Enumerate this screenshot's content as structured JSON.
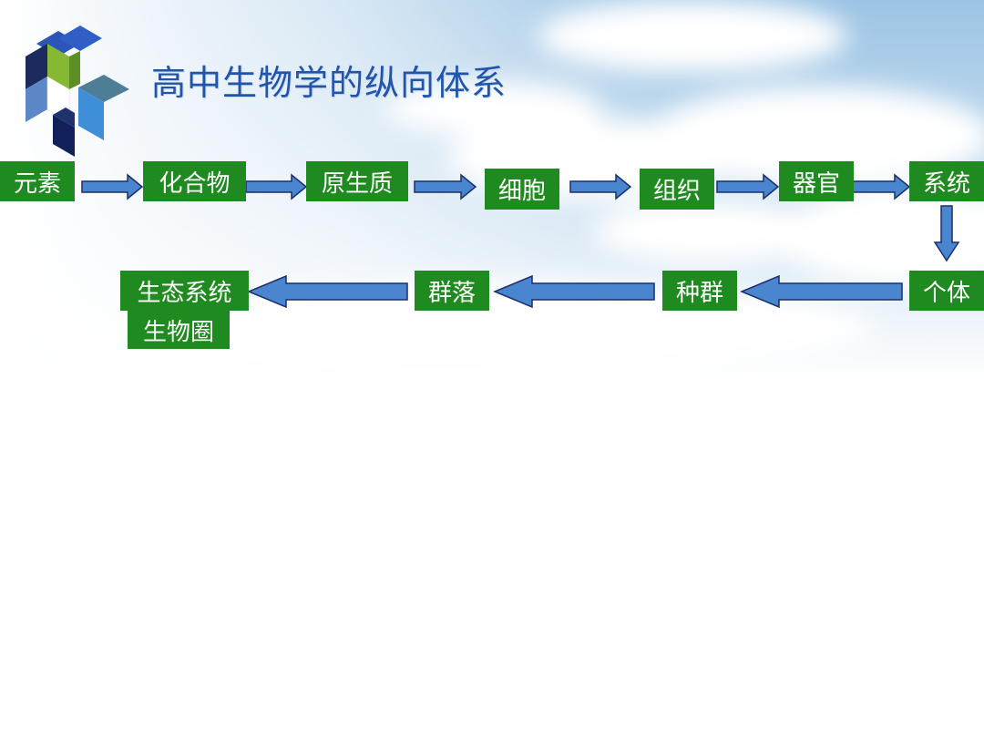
{
  "title": "高中生物学的纵向体系",
  "colors": {
    "box_fill": "#1f8a1f",
    "arrow_fill": "#4a86cf",
    "arrow_stroke": "#1b2f6b",
    "title_color": "#2255aa"
  },
  "nodes": {
    "yuansu": "元素",
    "huahewu": "化合物",
    "yuanshengzhi": "原生质",
    "xibao": "细胞",
    "zuzhi": "组织",
    "qiguan": "器官",
    "xitong": "系统",
    "geti": "个体",
    "zhongqun": "种群",
    "qunluo": "群落",
    "shengtaixitong": "生态系统",
    "shengwuquan": "生物圈"
  }
}
